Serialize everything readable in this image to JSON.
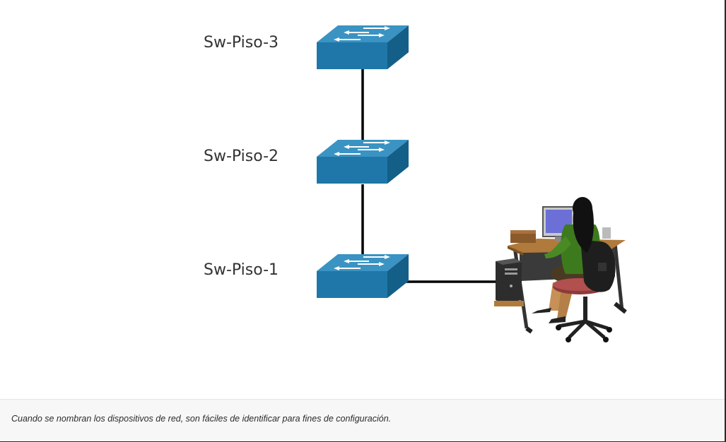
{
  "diagram": {
    "switches": [
      {
        "label": "Sw-Piso-3"
      },
      {
        "label": "Sw-Piso-2"
      },
      {
        "label": "Sw-Piso-1"
      }
    ],
    "icon_colors": {
      "switch_top": "#3a93c2",
      "switch_front": "#1e77a8",
      "switch_side": "#145f88",
      "link": "#000000"
    }
  },
  "caption": "Cuando se nombran los dispositivos de red, son fáciles de identificar para fines de configuración."
}
